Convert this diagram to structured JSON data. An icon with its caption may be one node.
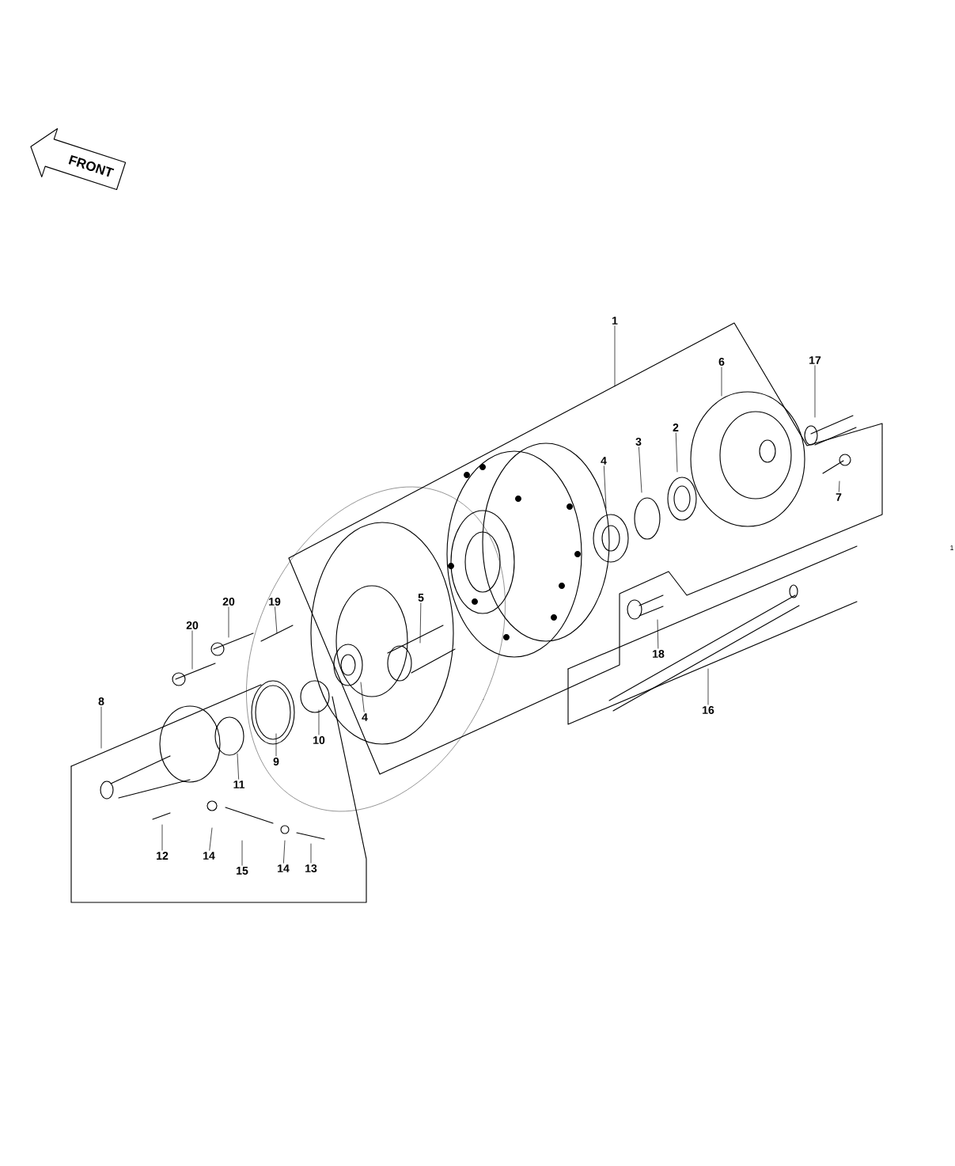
{
  "diagram": {
    "nodes": [
      {
        "text": [
          "FRONT"
        ]
      },
      {
        "text": [
          "1"
        ]
      },
      {
        "text": [
          "17"
        ]
      },
      {
        "text": [
          "6"
        ]
      },
      {
        "text": [
          "3"
        ]
      },
      {
        "text": [
          "2"
        ]
      },
      {
        "text": [
          "4"
        ]
      },
      {
        "text": [
          "7"
        ]
      },
      {
        "text": [
          "5"
        ]
      },
      {
        "text": [
          "19"
        ]
      },
      {
        "text": [
          "20"
        ]
      },
      {
        "text": [
          "20"
        ]
      },
      {
        "text": [
          "18"
        ]
      },
      {
        "text": [
          "8"
        ]
      },
      {
        "text": [
          "16"
        ]
      },
      {
        "text": [
          "4"
        ]
      },
      {
        "text": [
          "10"
        ]
      },
      {
        "text": [
          "9"
        ]
      },
      {
        "text": [
          "11"
        ]
      },
      {
        "text": [
          "12"
        ]
      },
      {
        "text": [
          "14"
        ]
      },
      {
        "text": [
          "15"
        ]
      },
      {
        "text": [
          "14"
        ]
      },
      {
        "text": [
          "13"
        ]
      }
    ],
    "edges": [
      {
        "from": 1,
        "to": null,
        "arrow": "none"
      },
      {
        "from": 2,
        "to": null,
        "arrow": "none"
      },
      {
        "from": 3,
        "to": null,
        "arrow": "none"
      },
      {
        "from": 4,
        "to": null,
        "arrow": "none"
      },
      {
        "from": 5,
        "to": null,
        "arrow": "none"
      },
      {
        "from": 6,
        "to": null,
        "arrow": "none"
      },
      {
        "from": 7,
        "to": null,
        "arrow": "none"
      },
      {
        "from": 8,
        "to": null,
        "arrow": "none"
      },
      {
        "from": 9,
        "to": null,
        "arrow": "none"
      },
      {
        "from": 10,
        "to": null,
        "arrow": "none"
      },
      {
        "from": 11,
        "to": null,
        "arrow": "none"
      },
      {
        "from": 12,
        "to": null,
        "arrow": "none"
      },
      {
        "from": 13,
        "to": null,
        "arrow": "none"
      },
      {
        "from": 14,
        "to": null,
        "arrow": "none"
      },
      {
        "from": 15,
        "to": null,
        "arrow": "none"
      },
      {
        "from": 16,
        "to": null,
        "arrow": "none"
      },
      {
        "from": 17,
        "to": null,
        "arrow": "none"
      },
      {
        "from": 18,
        "to": null,
        "arrow": "none"
      },
      {
        "from": 19,
        "to": null,
        "arrow": "none"
      },
      {
        "from": 20,
        "to": null,
        "arrow": "none"
      },
      {
        "from": 21,
        "to": null,
        "arrow": "none"
      },
      {
        "from": 22,
        "to": null,
        "arrow": "none"
      },
      {
        "from": 23,
        "to": null,
        "arrow": "none"
      }
    ],
    "labels": [
      "1"
    ]
  }
}
